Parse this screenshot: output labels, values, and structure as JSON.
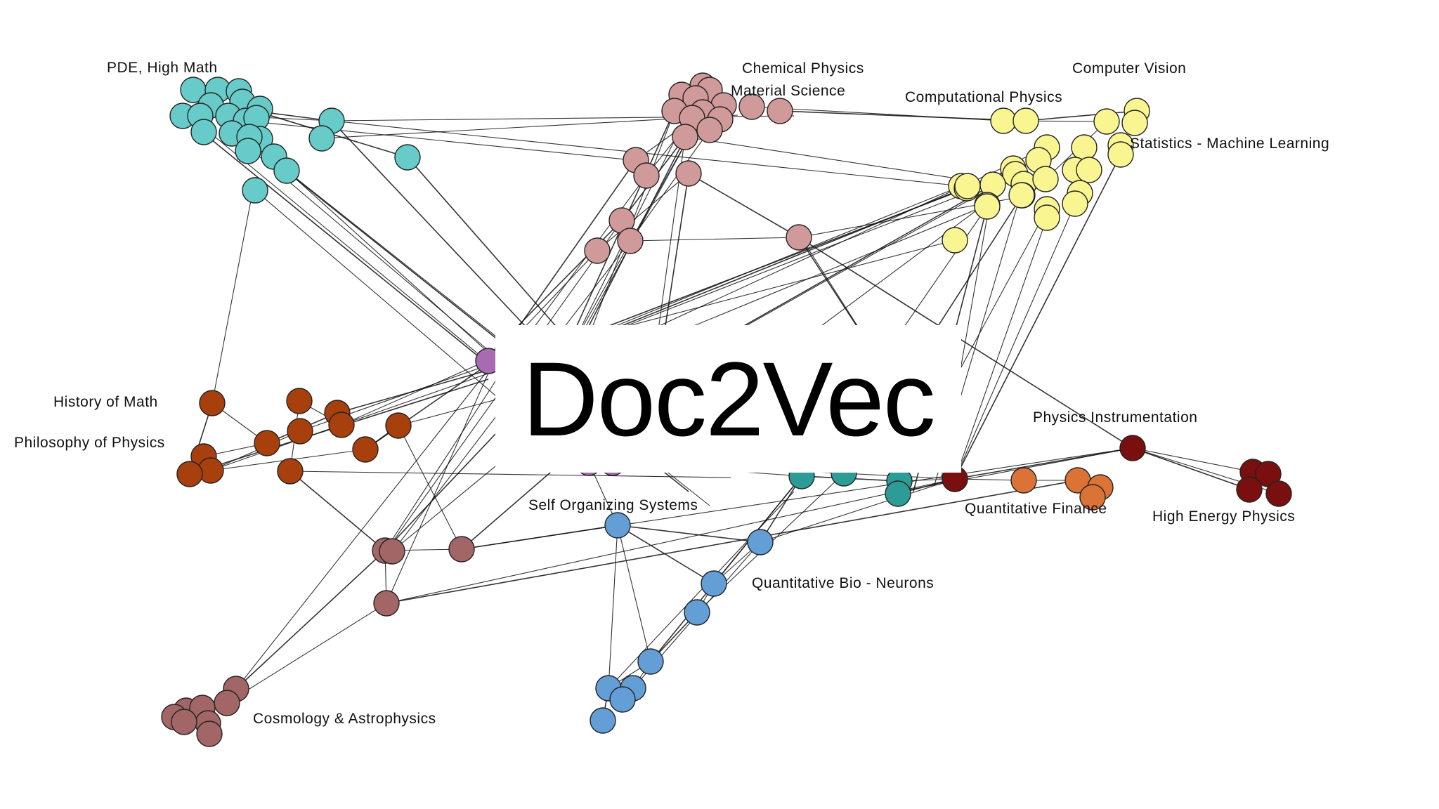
{
  "title": "Doc2Vec",
  "clusters": [
    {
      "id": "pde",
      "label": "PDE, High Math",
      "color": "#67CCC9"
    },
    {
      "id": "chem",
      "label": "Chemical Physics",
      "color": "#D19A9A"
    },
    {
      "id": "mat",
      "label": "Material Science",
      "color": "#D19A9A"
    },
    {
      "id": "cv",
      "label": "Computer Vision",
      "color": "#F9F591"
    },
    {
      "id": "compphys",
      "label": "Computational Physics",
      "color": "#F9F591"
    },
    {
      "id": "stat",
      "label": "Statistics - Machine Learning",
      "color": "#F9F591"
    },
    {
      "id": "histmath",
      "label": "History of Math",
      "color": "#A8400E"
    },
    {
      "id": "philphys",
      "label": "Philosophy of Physics",
      "color": "#A8400E"
    },
    {
      "id": "selforg",
      "label": "Self Organizing Systems",
      "color": "#A66BB0"
    },
    {
      "id": "physinst",
      "label": "Physics Instrumentation",
      "color": "#7A0F0F"
    },
    {
      "id": "qfin",
      "label": "Quantitative Finance",
      "color": "#DB7236"
    },
    {
      "id": "hep",
      "label": "High Energy Physics",
      "color": "#7A0F0F"
    },
    {
      "id": "qbio",
      "label": "Quantitative Bio - Neurons",
      "color": "#649ED6"
    },
    {
      "id": "cosmo",
      "label": "Cosmology & Astrophysics",
      "color": "#A36666"
    },
    {
      "id": "teal",
      "label": "",
      "color": "#2E9C96"
    }
  ]
}
